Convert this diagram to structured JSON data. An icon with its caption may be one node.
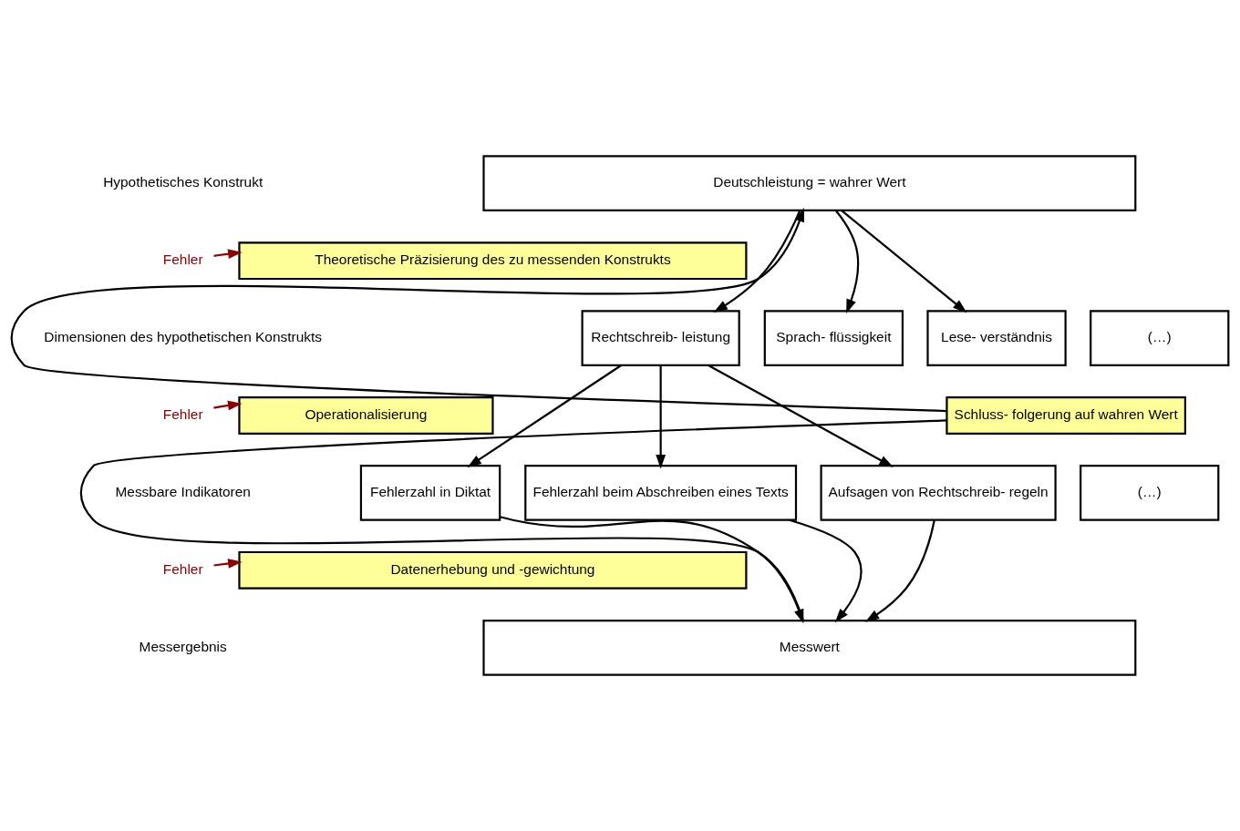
{
  "diagram": {
    "nodes": [
      {
        "text": [
          "Deutschleistung = wahrer Wert"
        ]
      },
      {
        "text": [
          "Fehler"
        ]
      },
      {
        "text": [
          "Theoretische Präzisierung des zu messenden Konstrukts"
        ]
      },
      {
        "text": [
          "Rechtschreib- leistung"
        ]
      },
      {
        "text": [
          "Sprach- flüssigkeit"
        ]
      },
      {
        "text": [
          "Lese- verständnis"
        ]
      },
      {
        "text": [
          "(…)"
        ]
      },
      {
        "text": [
          "Fehler"
        ]
      },
      {
        "text": [
          "Operationalisierung"
        ]
      },
      {
        "text": [
          "Fehlerzahl in Diktat"
        ]
      },
      {
        "text": [
          "Fehlerzahl beim Abschreiben eines Texts"
        ]
      },
      {
        "text": [
          "Aufsagen von Rechtschreib- regeln"
        ]
      },
      {
        "text": [
          "(…)"
        ]
      },
      {
        "text": [
          "Fehler"
        ]
      },
      {
        "text": [
          "Datenerhebung und -gewichtung"
        ]
      },
      {
        "text": [
          "Messwert"
        ]
      },
      {
        "text": [
          "Schluss- folgerung auf wahren Wert"
        ]
      }
    ],
    "edges": [
      {
        "from": 1,
        "to": 2,
        "arrow": "to",
        "color": "#8b0000"
      },
      {
        "from": 0,
        "to": 3,
        "arrow": "to"
      },
      {
        "from": 0,
        "to": 4,
        "arrow": "to"
      },
      {
        "from": 0,
        "to": 5,
        "arrow": "to"
      },
      {
        "from": 7,
        "to": 8,
        "arrow": "to",
        "color": "#8b0000"
      },
      {
        "from": 3,
        "to": 9,
        "arrow": "to"
      },
      {
        "from": 3,
        "to": 10,
        "arrow": "to"
      },
      {
        "from": 3,
        "to": 11,
        "arrow": "to"
      },
      {
        "from": 13,
        "to": 14,
        "arrow": "to",
        "color": "#8b0000"
      },
      {
        "from": 9,
        "to": 15,
        "arrow": "to"
      },
      {
        "from": 10,
        "to": 15,
        "arrow": "to"
      },
      {
        "from": 11,
        "to": 15,
        "arrow": "to"
      },
      {
        "from": 15,
        "to": 16,
        "arrow": "none"
      },
      {
        "from": 16,
        "to": 0,
        "arrow": "to"
      }
    ],
    "labels": [
      "Hypothetisches Konstrukt",
      "Dimensionen des hypothetischen Konstrukts",
      "Messbare Indikatoren",
      "Messergebnis"
    ]
  }
}
